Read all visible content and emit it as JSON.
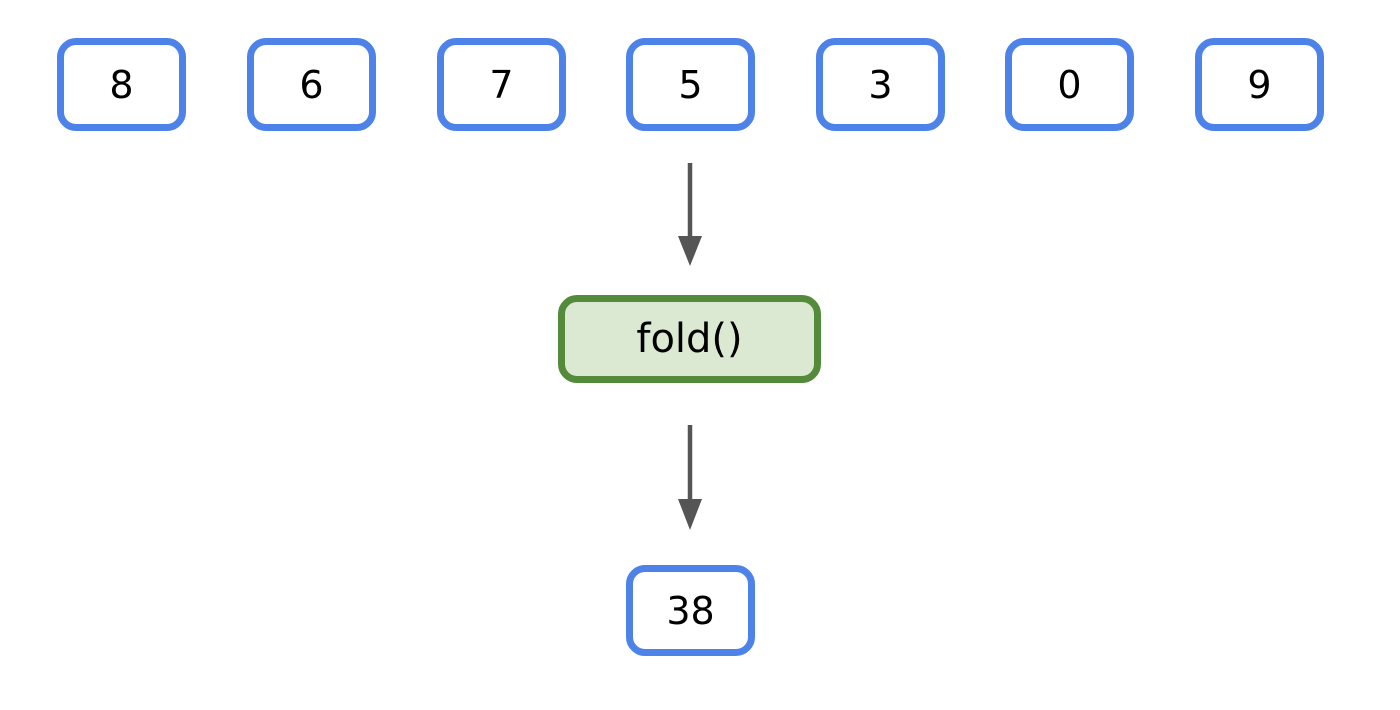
{
  "diagram": {
    "title": "fold-reduction-diagram",
    "colors": {
      "box_border_blue": "#4d82e8",
      "op_border_green": "#538b3a",
      "op_fill_green": "#dce9d2",
      "arrow_gray": "#555555",
      "background": "#ffffff",
      "text": "#000000"
    },
    "inputs": [
      {
        "label": "8"
      },
      {
        "label": "6"
      },
      {
        "label": "7"
      },
      {
        "label": "5"
      },
      {
        "label": "3"
      },
      {
        "label": "0"
      },
      {
        "label": "9"
      }
    ],
    "operation": {
      "label": "fold()"
    },
    "result": {
      "label": "38"
    },
    "arrows": [
      {
        "name": "arrow-inputs-to-fold",
        "from": "input-node-5",
        "to": "fold-node"
      },
      {
        "name": "arrow-fold-to-result",
        "from": "fold-node",
        "to": "result-node"
      }
    ]
  }
}
